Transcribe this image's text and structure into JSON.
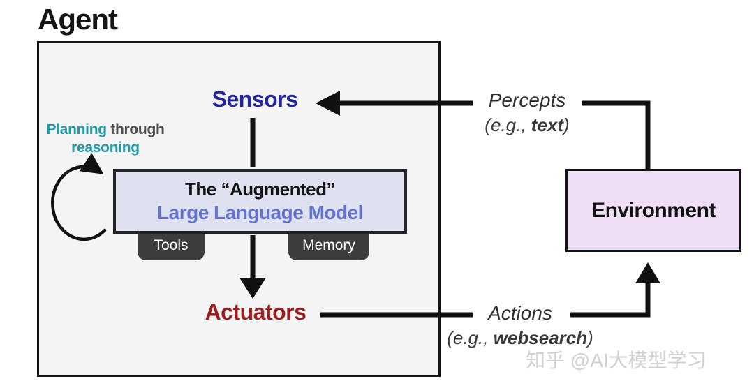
{
  "title": "Agent",
  "agent_box": {
    "sensors_label": "Sensors",
    "planning": {
      "word1": "Planning",
      "word2": "through",
      "word3": "reasoning"
    },
    "llm_box": {
      "line1": "The “Augmented”",
      "line2": "Large Language Model"
    },
    "tabs": {
      "tools": "Tools",
      "memory": "Memory"
    },
    "actuators_label": "Actuators"
  },
  "io": {
    "percepts": {
      "title": "Percepts",
      "example_prefix": "(e.g., ",
      "example_bold": "text",
      "example_suffix": ")"
    },
    "actions": {
      "title": "Actions",
      "example_prefix": "(e.g., ",
      "example_bold": "websearch",
      "example_suffix": ")"
    }
  },
  "environment_label": "Environment",
  "watermark": "知乎 @AI大模型学习",
  "colors": {
    "sensors_text": "#26269c",
    "actuators_text": "#a01d1d",
    "planning_teal": "#1f9aa8",
    "through_gray": "#4c4c4c",
    "llm_model_text": "#6474ce",
    "llm_box_fill": "#dfe1f1",
    "environment_fill": "#efdef5",
    "agent_box_fill": "#f4f4f4",
    "tab_fill": "#3d3d3d",
    "arrow_black": "#111111",
    "watermark_gray": "#d0d0d0"
  }
}
